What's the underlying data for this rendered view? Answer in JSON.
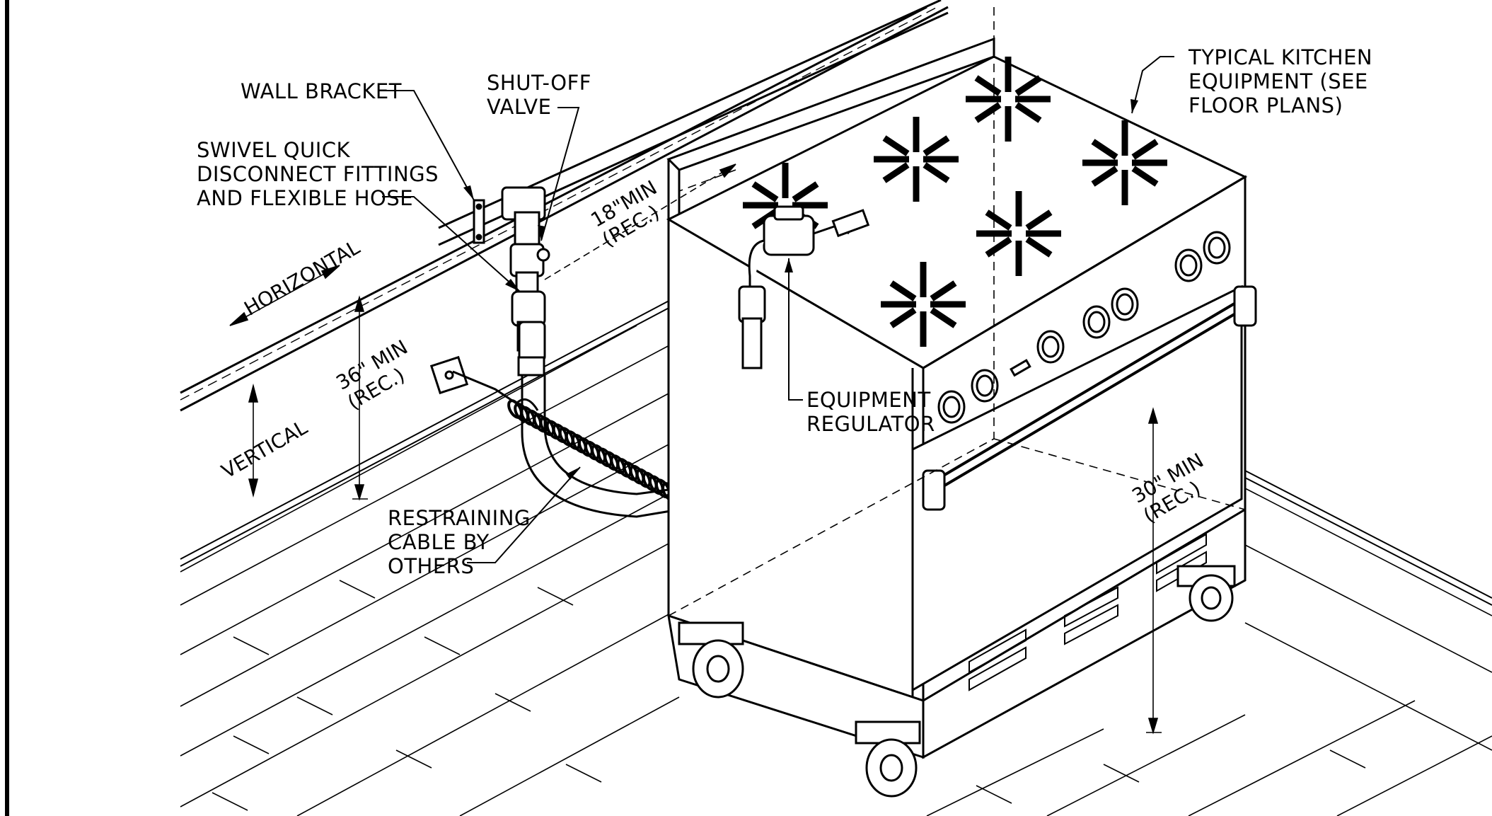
{
  "labels": {
    "wall_bracket": "WALL BRACKET",
    "shutoff_valve": [
      "SHUT-OFF",
      "VALVE"
    ],
    "swivel": [
      "SWIVEL QUICK",
      "DISCONNECT FITTINGS",
      "AND FLEXIBLE HOSE"
    ],
    "typical_equipment": [
      "TYPICAL KITCHEN",
      "EQUIPMENT (SEE",
      "FLOOR PLANS)"
    ],
    "equipment_regulator": [
      "EQUIPMENT",
      "REGULATOR"
    ],
    "restraining_cable": [
      "RESTRAINING",
      "CABLE BY",
      "OTHERS"
    ]
  },
  "dimensions": {
    "horizontal": "HORIZONTAL",
    "vertical": "VERTICAL",
    "dim_18": [
      "18\"MIN",
      "(REC.)"
    ],
    "dim_36": [
      "36\" MIN",
      "(REC.)"
    ],
    "dim_30": [
      "30\" MIN",
      "(REC.)"
    ]
  }
}
